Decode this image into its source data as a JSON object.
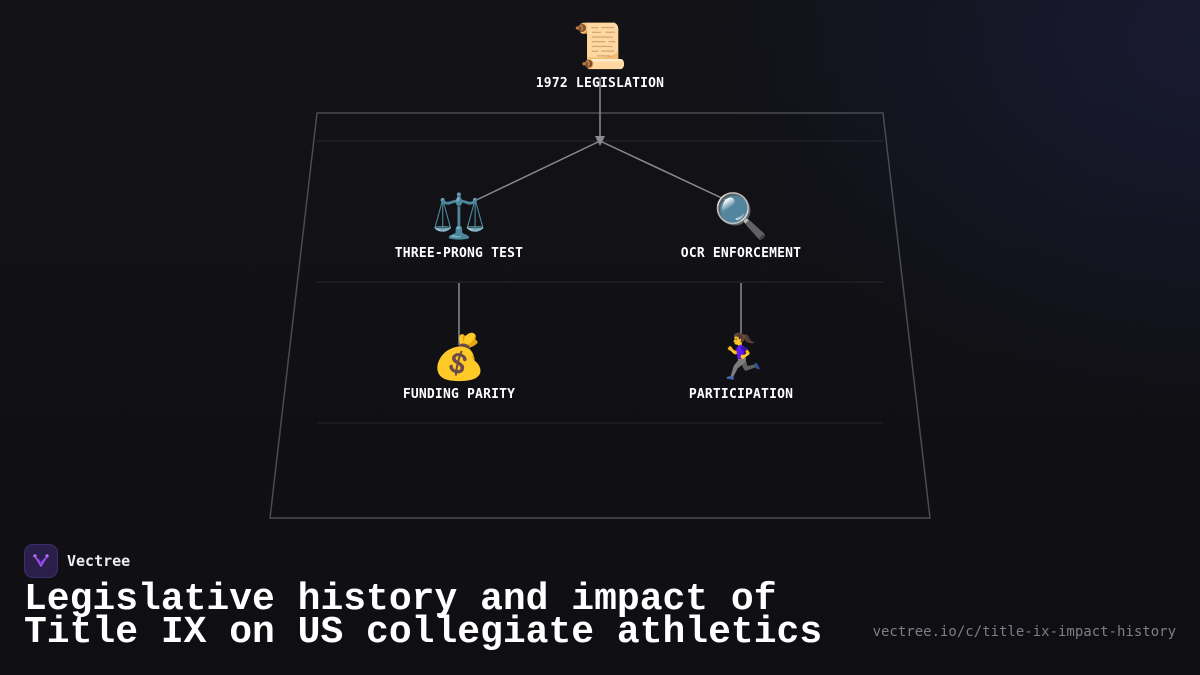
{
  "diagram": {
    "root": {
      "icon": "scroll-icon",
      "emoji": "📜",
      "label": "1972 LEGISLATION"
    },
    "level1": [
      {
        "icon": "balance-scale-icon",
        "emoji": "⚖️",
        "label": "THREE-PRONG TEST"
      },
      {
        "icon": "magnifier-icon",
        "emoji": "🔍",
        "label": "OCR ENFORCEMENT"
      }
    ],
    "level2": [
      {
        "icon": "money-bag-icon",
        "emoji": "💰",
        "label": "FUNDING PARITY"
      },
      {
        "icon": "runner-icon",
        "emoji": "🏃‍♀️",
        "label": "PARTICIPATION"
      }
    ]
  },
  "brand": {
    "name": "Vectree",
    "logo_color": "#a855f7"
  },
  "footer": {
    "title": "Legislative history and impact of Title IX on US collegiate athletics",
    "url": "vectree.io/c/title-ix-impact-history"
  }
}
